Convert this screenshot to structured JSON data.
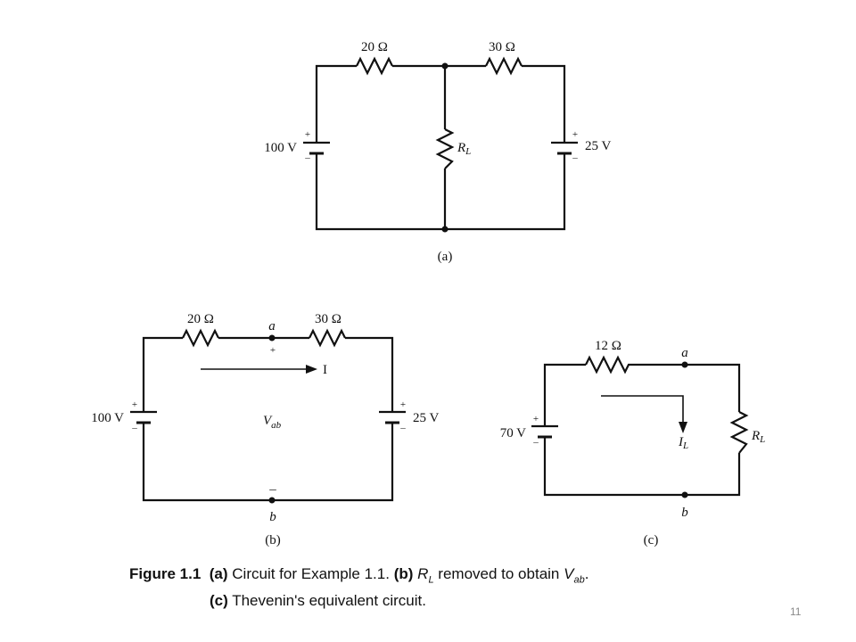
{
  "circuit_a": {
    "r1": "20 Ω",
    "r2": "30 Ω",
    "load": "R",
    "load_sub": "L",
    "v1": "100 V",
    "v2": "25 V",
    "plus": "+",
    "minus": "–",
    "label": "(a)"
  },
  "circuit_b": {
    "r1": "20 Ω",
    "r2": "30 Ω",
    "node_a": "a",
    "node_b": "b",
    "v1": "100 V",
    "v2": "25 V",
    "current": "I",
    "vab": "V",
    "vab_sub": "ab",
    "plus": "+",
    "minus": "–",
    "label": "(b)"
  },
  "circuit_c": {
    "r_th": "12 Ω",
    "node_a": "a",
    "node_b": "b",
    "v_th": "70 V",
    "current": "I",
    "current_sub": "L",
    "load": "R",
    "load_sub": "L",
    "plus": "+",
    "minus": "–",
    "label": "(c)"
  },
  "caption": {
    "figure_no": "Figure 1.1",
    "a_tag": "(a)",
    "a_text": "Circuit for Example 1.1.",
    "b_tag": "(b)",
    "b_text_sym": "R",
    "b_text_sym_sub": "L",
    "b_text": "removed to obtain",
    "b_text_v": "V",
    "b_text_v_sub": "ab",
    "b_text_end": ".",
    "c_tag": "(c)",
    "c_text": "Thevenin's equivalent circuit."
  },
  "page_number": "11"
}
